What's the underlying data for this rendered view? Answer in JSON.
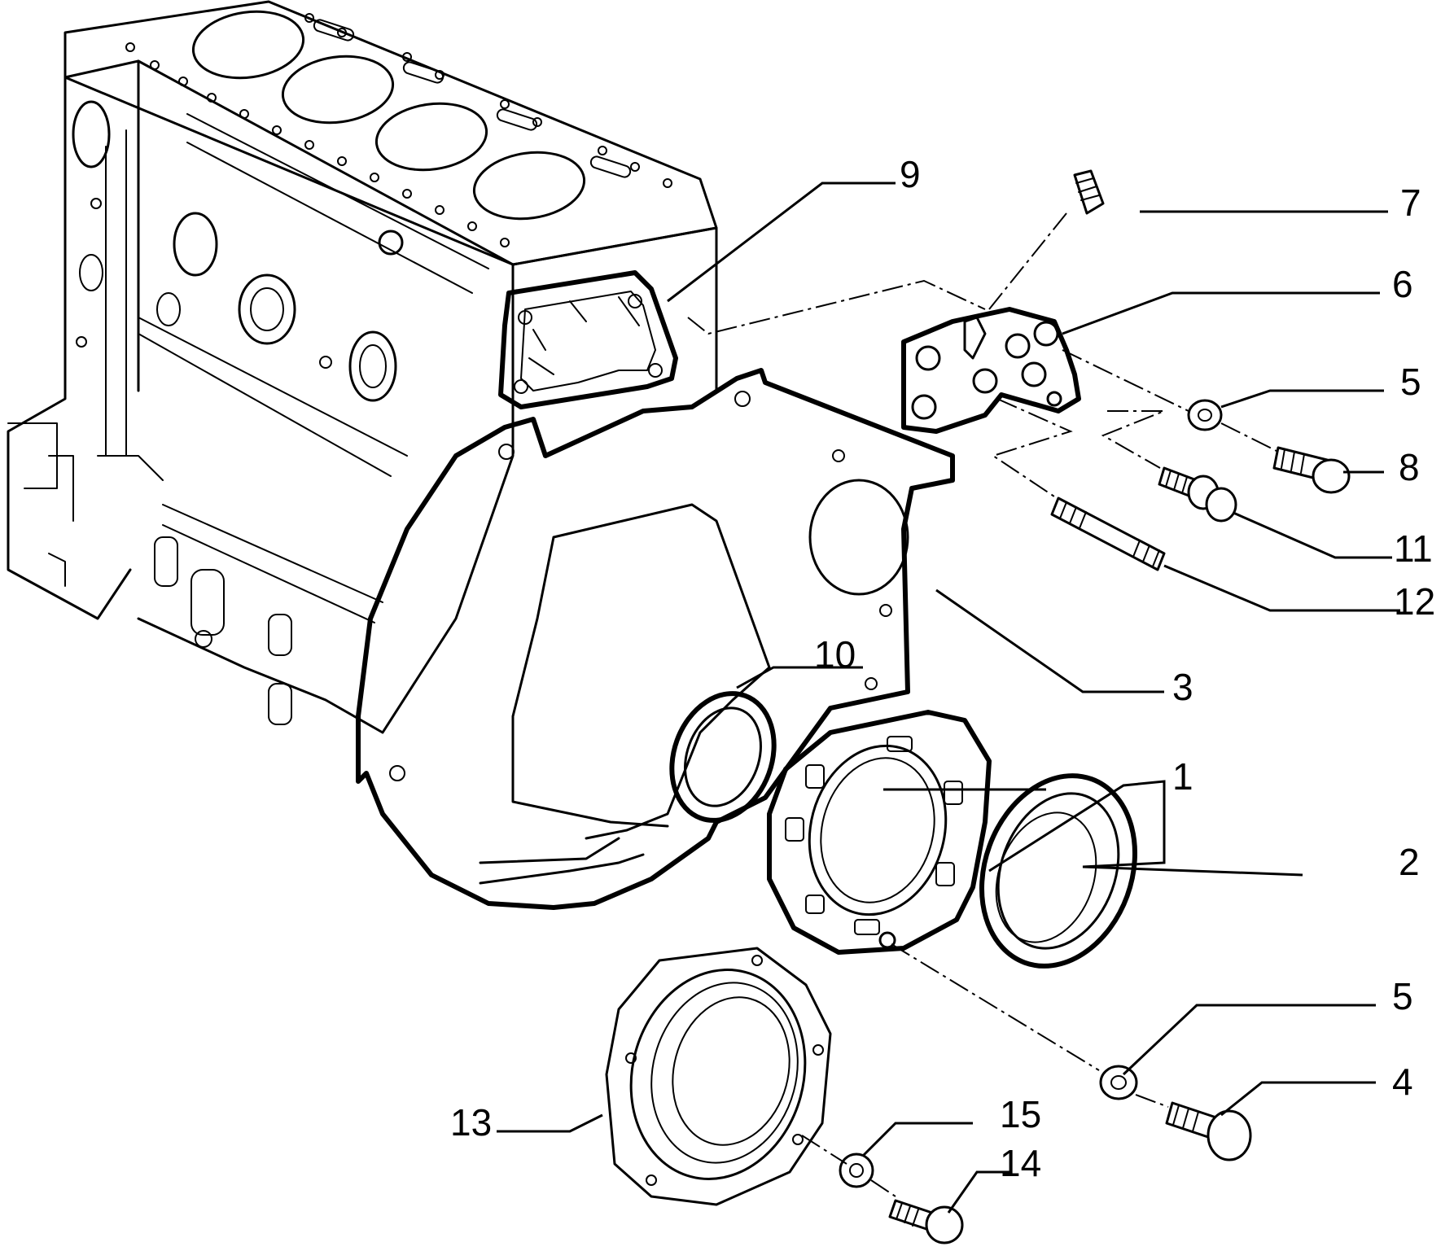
{
  "figure": {
    "type": "exploded-parts-diagram",
    "stroke_color": "#000000",
    "background_color": "#ffffff"
  },
  "callouts": {
    "c1": "1",
    "c2": "2",
    "c3": "3",
    "c4": "4",
    "c5a": "5",
    "c5b": "5",
    "c6": "6",
    "c7": "7",
    "c8": "8",
    "c9": "9",
    "c10": "10",
    "c11": "11",
    "c12": "12",
    "c13": "13",
    "c14": "14",
    "c15": "15"
  }
}
